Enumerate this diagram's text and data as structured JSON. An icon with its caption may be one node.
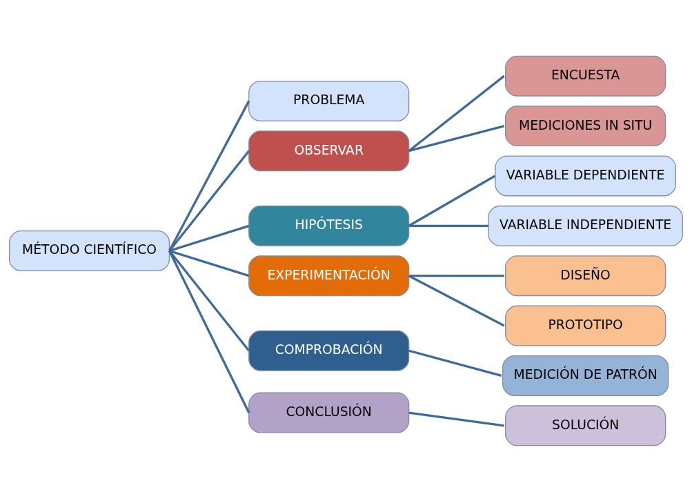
{
  "diagram": {
    "nodes": [
      {
        "text": [
          "MÉTODO CIENTÍFICO"
        ]
      },
      {
        "text": [
          "PROBLEMA"
        ]
      },
      {
        "text": [
          "OBSERVAR"
        ]
      },
      {
        "text": [
          "ENCUESTA"
        ]
      },
      {
        "text": [
          "MEDICIONES IN SITU"
        ]
      },
      {
        "text": [
          "HIPÓTESIS"
        ]
      },
      {
        "text": [
          "VARIABLE DEPENDIENTE"
        ]
      },
      {
        "text": [
          "VARIABLE INDEPENDIENTE"
        ]
      },
      {
        "text": [
          "EXPERIMENTACIÓN"
        ]
      },
      {
        "text": [
          "DISEÑO"
        ]
      },
      {
        "text": [
          "PROTOTIPO"
        ]
      },
      {
        "text": [
          "COMPROBACIÓN"
        ]
      },
      {
        "text": [
          "MEDICIÓN DE PATRÓN"
        ]
      },
      {
        "text": [
          "CONCLUSIÓN"
        ]
      },
      {
        "text": [
          "SOLUCIÓN"
        ]
      }
    ],
    "edges": [
      {
        "from": 0,
        "to": 1,
        "arrow": "none"
      },
      {
        "from": 0,
        "to": 2,
        "arrow": "none"
      },
      {
        "from": 0,
        "to": 5,
        "arrow": "none"
      },
      {
        "from": 0,
        "to": 8,
        "arrow": "none"
      },
      {
        "from": 0,
        "to": 11,
        "arrow": "none"
      },
      {
        "from": 0,
        "to": 13,
        "arrow": "none"
      },
      {
        "from": 2,
        "to": 3,
        "arrow": "none"
      },
      {
        "from": 2,
        "to": 4,
        "arrow": "none"
      },
      {
        "from": 5,
        "to": 6,
        "arrow": "none"
      },
      {
        "from": 5,
        "to": 7,
        "arrow": "none"
      },
      {
        "from": 8,
        "to": 9,
        "arrow": "none"
      },
      {
        "from": 8,
        "to": 10,
        "arrow": "none"
      },
      {
        "from": 11,
        "to": 12,
        "arrow": "none"
      },
      {
        "from": 13,
        "to": 14,
        "arrow": "none"
      }
    ]
  }
}
